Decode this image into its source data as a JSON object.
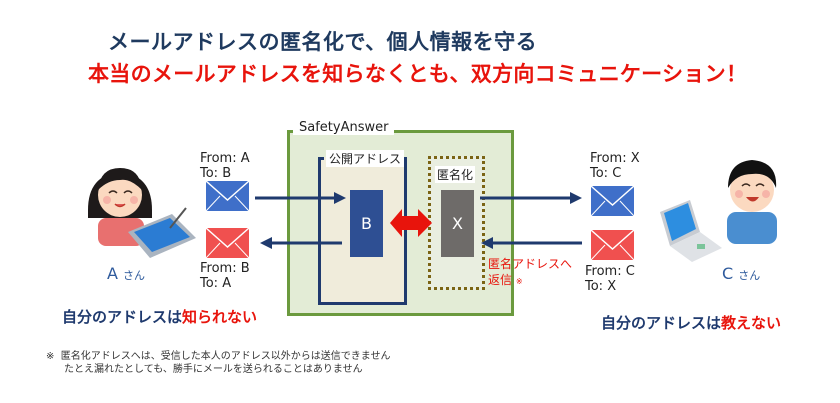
{
  "title": {
    "line1": "メールアドレスの匿名化で、個人情報を守る",
    "line2": "本当のメールアドレスを知らなくとも、双方向コミュニケーション！"
  },
  "system": {
    "name": "SafetyAnswer",
    "public_address_label": "公開アドレス",
    "anonymize_label": "匿名化",
    "public_address": "B",
    "anonymous_address": "X",
    "reply_note_line1": "匿名アドレスへ",
    "reply_note_line2": "返信",
    "reply_note_mark": "※"
  },
  "person_a": {
    "name": "A",
    "suffix": "さん",
    "sent_mail": {
      "from": "From: A",
      "to": "To: B"
    },
    "received_mail": {
      "from": "From: B",
      "to": "To: A"
    },
    "caption_normal": "自分のアドレスは",
    "caption_highlight": "知られない"
  },
  "person_c": {
    "name": "C",
    "suffix": "さん",
    "received_mail": {
      "from": "From: X",
      "to": "To: C"
    },
    "sent_mail": {
      "from": "From: C",
      "to": "To: X"
    },
    "caption_normal": "自分のアドレスは",
    "caption_highlight": "教えない"
  },
  "footnote": {
    "mark": "※",
    "line1": "匿名化アドレスへは、受信した本人のアドレス以外からは送信できません",
    "line2": "たとえ漏れたとしても、勝手にメールを送られることはありません"
  },
  "colors": {
    "navy": "#1f3a6e",
    "red": "#e8140c",
    "mail_blue": "#3f6fc9",
    "mail_red": "#f0504f",
    "green_border": "#6b9a3e"
  }
}
